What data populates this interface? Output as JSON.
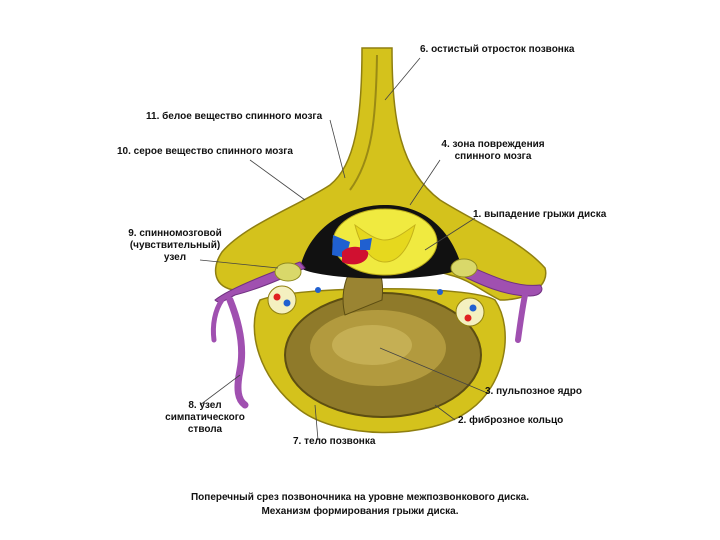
{
  "labels": {
    "l1": "1. выпадение грыжи диска",
    "l3": "3. пульпозное ядро",
    "l2": "2. фиброзное кольцо",
    "l4": "4. зона повреждения\nспинного мозга",
    "l6": "6. остистый отросток позвонка",
    "l7": "7. тело позвонка",
    "l8": "8. узел\nсимпатического\nствола",
    "l9": "9. спинномозговой\n(чувствительный)\nузел",
    "l10": "10. серое вещество спинного мозга",
    "l11": "11. белое вещество спинного мозга"
  },
  "caption": {
    "line1": "Поперечный срез позвоночника на уровне межпозвонкового диска.",
    "line2": "Механизм формирования грыжи диска."
  },
  "colors": {
    "bone": "#d4c21c",
    "bone_shadow": "#8f7f10",
    "disc": "#8f7a2a",
    "disc_light": "#c9b45a",
    "cord_grey": "#e6d81e",
    "cord_white": "#f0ea40",
    "cavity": "#111111",
    "nerve": "#a050b0",
    "ganglion": "#d9d86a",
    "vessel_red": "#e02020",
    "vessel_blue": "#2060d0",
    "hernia": "#d01030"
  }
}
